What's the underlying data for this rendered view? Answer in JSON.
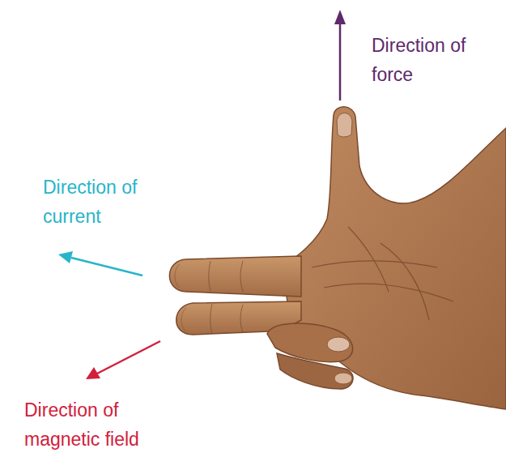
{
  "diagram": {
    "labels": [
      "Direction of force",
      "Direction of current",
      "Direction of magnetic field"
    ]
  }
}
